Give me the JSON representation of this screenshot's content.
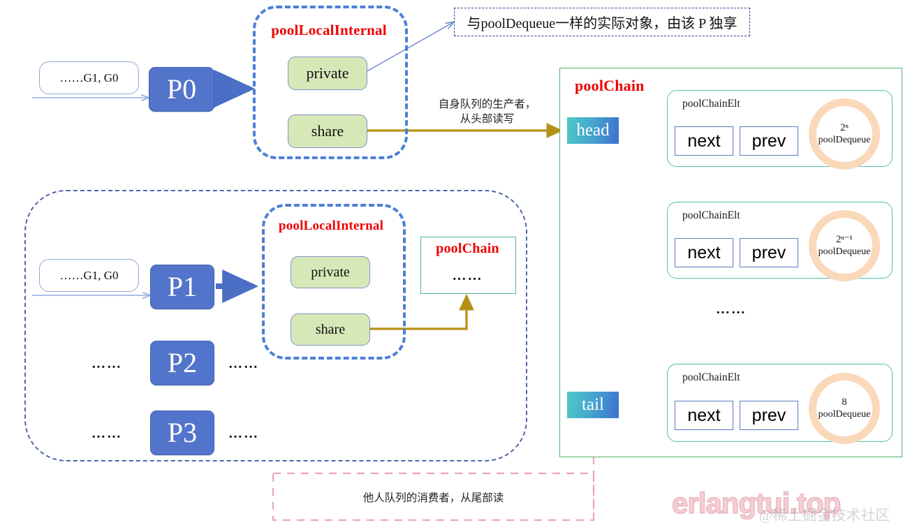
{
  "diagram": {
    "title_poolLocalInternal": "poolLocalInternal",
    "title_poolChain": "poolChain",
    "ellipsis": "……",
    "dots_small": "……"
  },
  "top_section": {
    "goroutine_queue_label": "……G1, G0",
    "processor_label": "P0",
    "pool_local_internal_title": "poolLocalInternal",
    "private_label": "private",
    "share_label": "share",
    "note_private": "与poolDequeue一样的实际对象，由该 P 独享",
    "note_share_line1": "自身队列的生产者，",
    "note_share_line2": "从头部读写"
  },
  "bottom_section": {
    "goroutine_queue_label": "……G1, G0",
    "processors": [
      "P1",
      "P2",
      "P3"
    ],
    "pool_local_internal_title": "poolLocalInternal",
    "private_label": "private",
    "share_label": "share",
    "poolchain_box_title": "poolChain",
    "poolchain_box_dots": "……",
    "left_dots_p2": "……",
    "right_dots_p2": "……",
    "left_dots_p3": "……",
    "right_dots_p3": "……",
    "note_consumer": "他人队列的消费者，从尾部读"
  },
  "pool_chain": {
    "title": "poolChain",
    "head_label": "head",
    "tail_label": "tail",
    "mid_ellipsis": "……",
    "elements": [
      {
        "title": "poolChainElt",
        "next_label": "next",
        "prev_label": "prev",
        "ring_size": "2ⁿ",
        "ring_name": "poolDequeue"
      },
      {
        "title": "poolChainElt",
        "next_label": "next",
        "prev_label": "prev",
        "ring_size": "2ⁿ⁻¹",
        "ring_name": "poolDequeue"
      },
      {
        "title": "poolChainElt",
        "next_label": "next",
        "prev_label": "prev",
        "ring_size": "8",
        "ring_name": "poolDequeue"
      }
    ]
  },
  "watermark": {
    "text": "erlangtui.top",
    "sub_text": "@稀土掘金技术社区"
  },
  "colors": {
    "processor_blue": "#5274ca",
    "title_red": "#ef0000",
    "green_fill": "#d7e8b8",
    "ring_peach": "#fad9ba",
    "chain_border_green": "#54b06a",
    "elt_border_teal": "#4fc0a8",
    "arrow_blue": "#4a6fc4",
    "arrow_gold": "#b59014",
    "arrow_pink": "#eaa7b4",
    "dash_navy": "#4d66a8",
    "dash_blue": "#4d7fd6"
  }
}
